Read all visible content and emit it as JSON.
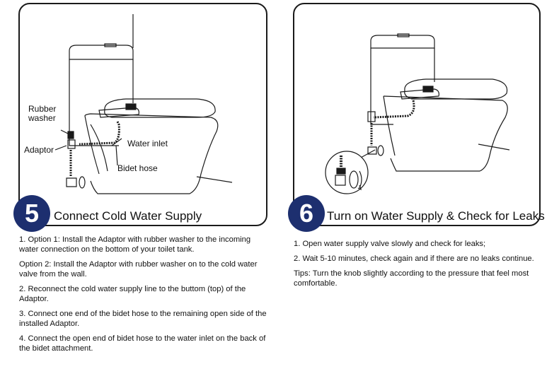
{
  "step5": {
    "number": "5",
    "title": "Connect Cold Water Supply",
    "callouts": {
      "rubber_washer": "Rubber\nwasher",
      "adaptor": "Adaptor",
      "water_inlet": "Water inlet",
      "bidet_hose": "Bidet hose"
    },
    "instructions": [
      "1. Option 1: Install the Adaptor with rubber washer to the incoming water connection on the bottom of your toilet tank.",
      "Option 2: Install the Adaptor with rubber washer on to the cold water valve from the wall.",
      "2. Reconnect the cold water supply line to the buttom (top) of the Adaptor.",
      "3. Connect one end of the bidet hose to the remaining open side of the installed Adaptor.",
      "4. Connect the open end of bidet hose to the water inlet on the back of the bidet attachment."
    ]
  },
  "step6": {
    "number": "6",
    "title": "Turn on Water Supply & Check for Leaks",
    "instructions": [
      "1. Open water supply valve slowly and check for leaks;",
      "2. Wait 5-10 minutes, check again and if there are no leaks continue.",
      "Tips: Turn the knob slightly according to the pressure that feel most comfortable."
    ]
  },
  "colors": {
    "badge": "#1d2f6f",
    "line": "#1a1a1a"
  }
}
